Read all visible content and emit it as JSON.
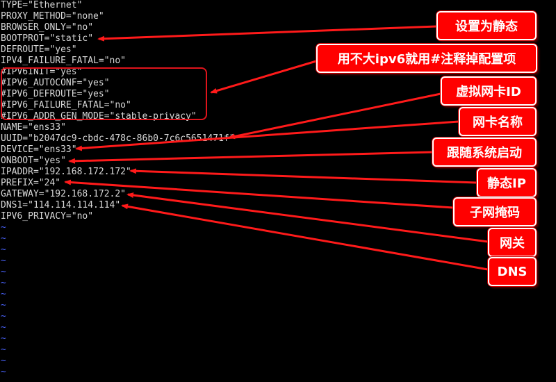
{
  "config_lines": [
    "TYPE=\"Ethernet\"",
    "PROXY_METHOD=\"none\"",
    "BROWSER_ONLY=\"no\"",
    "BOOTPROT=\"static\"",
    "DEFROUTE=\"yes\"",
    "IPV4_FAILURE_FATAL=\"no\"",
    "#IPV6INIT=\"yes\"",
    "#IPV6_AUTOCONF=\"yes\"",
    "#IPV6_DEFROUTE=\"yes\"",
    "#IPV6_FAILURE_FATAL=\"no\"",
    "#IPV6_ADDR_GEN_MODE=\"stable-privacy\"",
    "NAME=\"ens33\"",
    "UUID=\"b2047dc9-cbdc-478c-86b0-7c6c5651471f\"",
    "DEVICE=\"ens33\"",
    "ONBOOT=\"yes\"",
    "IPADDR=\"192.168.172.172\"",
    "PREFIX=\"24\"",
    "GATEWAY=\"192.168.172.2\"",
    "DNS1=\"114.114.114.114\"",
    "IPV6_PRIVACY=\"no\""
  ],
  "empty_line_marker": "~",
  "empty_line_count": 14,
  "callouts": {
    "static": "设置为静态",
    "ipv6": "用不大ipv6就用#注释掉配置项",
    "uuid": "虚拟网卡ID",
    "name": "网卡名称",
    "onboot": "跟随系统启动",
    "ipaddr": "静态IP",
    "prefix": "子网掩码",
    "gateway": "网关",
    "dns": "DNS"
  },
  "colors": {
    "background": "#000000",
    "text": "#d8d8d8",
    "tilde": "#4a64ff",
    "annotation_red": "#ff0000",
    "annotation_text": "#ffffff"
  }
}
